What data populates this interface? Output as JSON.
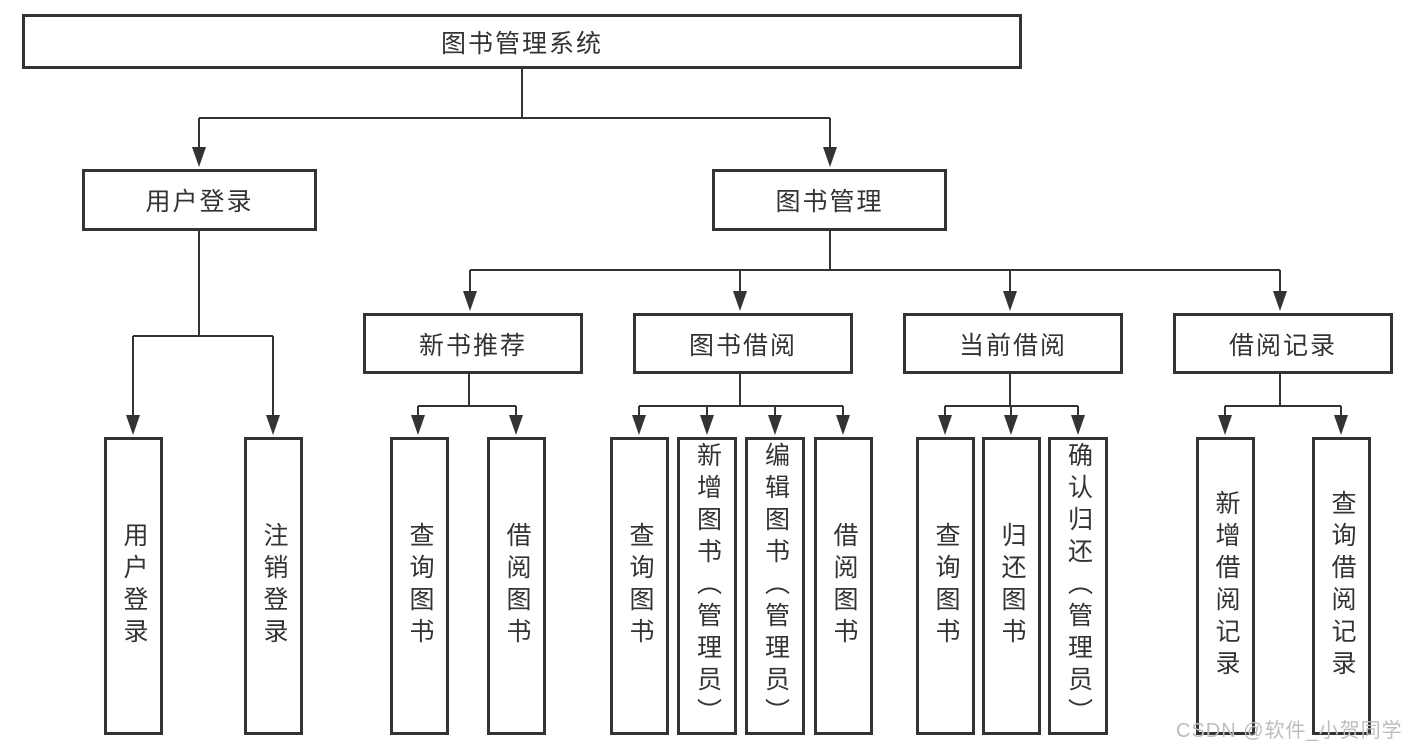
{
  "page": {
    "background": "#ffffff"
  },
  "diagram": {
    "type": "hierarchy-tree",
    "colors": {
      "box_border": "#333333",
      "connector_line": "#333333",
      "text": "#333333",
      "watermark_text": "#bdbdbd",
      "background": "#ffffff"
    },
    "root": {
      "label": "图书管理系统",
      "children": [
        {
          "label": "用户登录",
          "children": [
            {
              "label": "用户登录"
            },
            {
              "label": "注销登录"
            }
          ]
        },
        {
          "label": "图书管理",
          "children": [
            {
              "label": "新书推荐",
              "children": [
                {
                  "label": "查询图书"
                },
                {
                  "label": "借阅图书"
                }
              ]
            },
            {
              "label": "图书借阅",
              "children": [
                {
                  "label": "查询图书"
                },
                {
                  "label": "新增图书（管理员）"
                },
                {
                  "label": "编辑图书（管理员）"
                },
                {
                  "label": "借阅图书"
                }
              ]
            },
            {
              "label": "当前借阅",
              "children": [
                {
                  "label": "查询图书"
                },
                {
                  "label": "归还图书"
                },
                {
                  "label": "确认归还（管理员）"
                }
              ]
            },
            {
              "label": "借阅记录",
              "children": [
                {
                  "label": "新增借阅记录"
                },
                {
                  "label": "查询借阅记录"
                }
              ]
            }
          ]
        }
      ]
    }
  },
  "watermark": {
    "text": "CSDN @软件_小贺同学"
  }
}
